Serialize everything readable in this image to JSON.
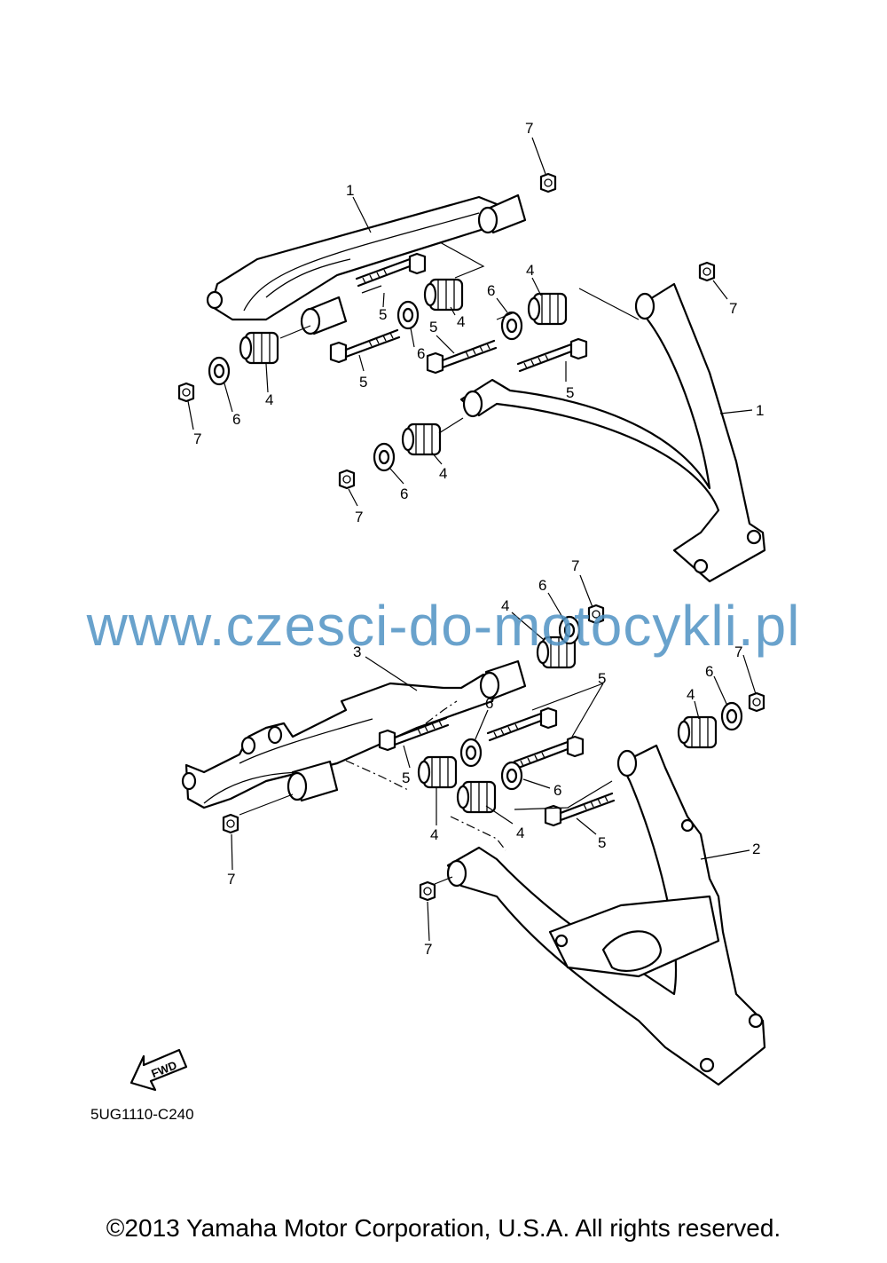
{
  "callouts": {
    "upper_left": {
      "arm": "1",
      "nut_top": "7",
      "bolt_a": "5",
      "bushing_a": "4",
      "washer_a": "6",
      "bolt_b": "5",
      "bushing_b": "4",
      "washer_b": "6",
      "nut_left": "7"
    },
    "upper_right": {
      "arm": "1",
      "nut_top": "7",
      "bushing_a": "4",
      "washer_a": "6",
      "bolt_a": "5",
      "bolt_b": "5",
      "bushing_b": "4",
      "washer_b": "6",
      "nut_bottom": "7"
    },
    "lower_left": {
      "arm": "3",
      "bushing_a": "4",
      "washer_a": "6",
      "nut_a": "7",
      "bolts": "5",
      "washer_b": "6",
      "bolt_b": "5",
      "bushing_b": "4",
      "nut_bottom": "7"
    },
    "lower_right": {
      "arm": "2",
      "bushing_a": "4",
      "washer_a": "6",
      "nut_a": "7",
      "washer_b": "6",
      "bushing_b": "4",
      "bolt": "5",
      "nut_bottom": "7"
    }
  },
  "watermark": "www.czesci-do-motocykli.pl",
  "fwd_label": "FWD",
  "diagram_code": "5UG1110-C240",
  "copyright": "©2013 Yamaha Motor Corporation, U.S.A. All rights reserved."
}
